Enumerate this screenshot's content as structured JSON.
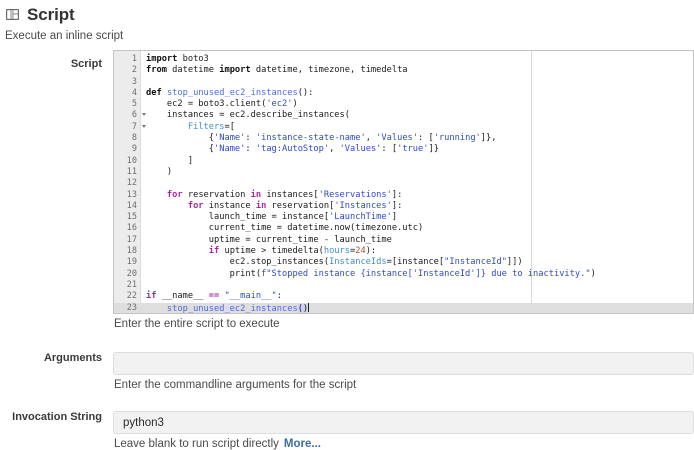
{
  "header": {
    "icon": "script-window-icon",
    "title": "Script",
    "subtitle": "Execute an inline script"
  },
  "form": {
    "script": {
      "label": "Script",
      "help": "Enter the entire script to execute",
      "editor": {
        "active_line": 23,
        "fold_lines": [
          6,
          7
        ],
        "total_lines": 23,
        "lines": [
          {
            "n": 1,
            "text": "import boto3"
          },
          {
            "n": 2,
            "text": "from datetime import datetime, timezone, timedelta"
          },
          {
            "n": 3,
            "text": ""
          },
          {
            "n": 4,
            "text": "def stop_unused_ec2_instances():"
          },
          {
            "n": 5,
            "text": "    ec2 = boto3.client('ec2')"
          },
          {
            "n": 6,
            "text": "    instances = ec2.describe_instances("
          },
          {
            "n": 7,
            "text": "        Filters=["
          },
          {
            "n": 8,
            "text": "            {'Name': 'instance-state-name', 'Values': ['running']},"
          },
          {
            "n": 9,
            "text": "            {'Name': 'tag:AutoStop', 'Values': ['true']}"
          },
          {
            "n": 10,
            "text": "        ]"
          },
          {
            "n": 11,
            "text": "    )"
          },
          {
            "n": 12,
            "text": ""
          },
          {
            "n": 13,
            "text": "    for reservation in instances['Reservations']:"
          },
          {
            "n": 14,
            "text": "        for instance in reservation['Instances']:"
          },
          {
            "n": 15,
            "text": "            launch_time = instance['LaunchTime']"
          },
          {
            "n": 16,
            "text": "            current_time = datetime.now(timezone.utc)"
          },
          {
            "n": 17,
            "text": "            uptime = current_time - launch_time"
          },
          {
            "n": 18,
            "text": "            if uptime > timedelta(hours=24):"
          },
          {
            "n": 19,
            "text": "                ec2.stop_instances(InstanceIds=[instance[\"InstanceId\"]])"
          },
          {
            "n": 20,
            "text": "                print(f\"Stopped instance {instance['InstanceId']} due to inactivity.\")"
          },
          {
            "n": 21,
            "text": ""
          },
          {
            "n": 22,
            "text": "if __name__ == \"__main__\":"
          },
          {
            "n": 23,
            "text": "    stop_unused_ec2_instances()"
          }
        ]
      }
    },
    "arguments": {
      "label": "Arguments",
      "value": "",
      "placeholder": "",
      "help": "Enter the commandline arguments for the script"
    },
    "invocation_string": {
      "label": "Invocation String",
      "value": "python3",
      "placeholder": "",
      "help": "Leave blank to run script directly",
      "more_link": "More..."
    }
  },
  "colors": {
    "accent_link": "#3a6ea5",
    "keyword": "#a626a4",
    "string": "#2f49c9",
    "function": "#4a6fd4",
    "number": "#b3512b",
    "gutter_bg": "#ececec",
    "active_line_bg": "#dedede",
    "input_bg": "#f2f2f2"
  }
}
